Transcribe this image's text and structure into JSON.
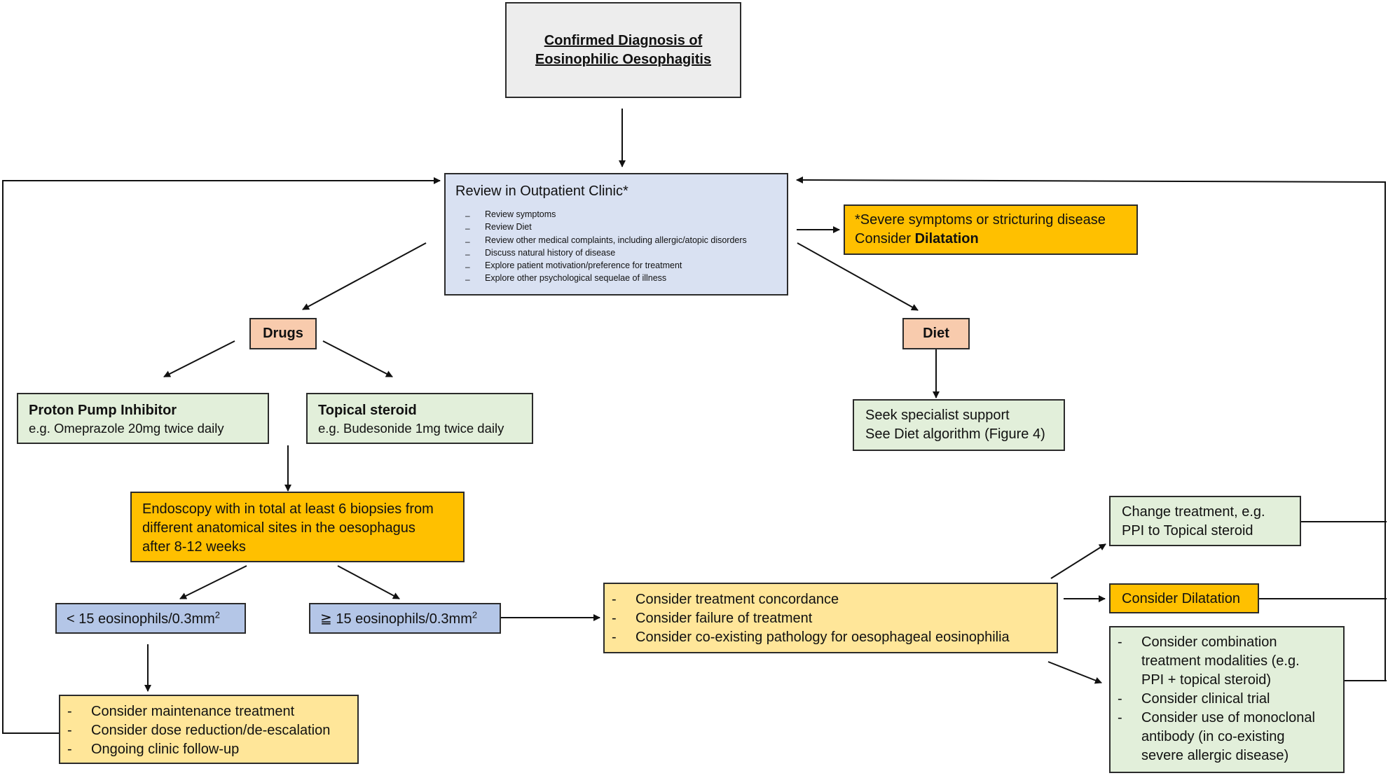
{
  "diagnosis": {
    "line1": "Confirmed Diagnosis of",
    "line2": "Eosinophilic Oesophagitis"
  },
  "clinic": {
    "title": "Review in Outpatient Clinic*",
    "items": [
      "Review symptoms",
      "Review Diet",
      "Review other medical complaints, including allergic/atopic disorders",
      "Discuss natural history of disease",
      "Explore patient motivation/preference for treatment",
      "Explore other psychological sequelae of illness"
    ]
  },
  "severe": {
    "line1": "*Severe symptoms or stricturing disease",
    "line2_prefix": "Consider ",
    "line2_bold": "Dilatation"
  },
  "drugs_label": "Drugs",
  "diet_label": "Diet",
  "ppi": {
    "title": "Proton Pump Inhibitor",
    "sub": "e.g. Omeprazole 20mg twice daily"
  },
  "steroid": {
    "title": "Topical steroid",
    "sub": "e.g. Budesonide 1mg twice daily"
  },
  "diet_support": {
    "line1": "Seek specialist support",
    "line2": "See Diet algorithm (Figure 4)"
  },
  "endoscopy": {
    "line1": "Endoscopy with in total at least 6 biopsies from",
    "line2": "different anatomical sites in the oesophagus",
    "line3": "after 8-12 weeks"
  },
  "low_eos": {
    "text": "< 15 eosinophils/0.3mm",
    "sup": "2"
  },
  "high_eos": {
    "text": "≧ 15 eosinophils/0.3mm",
    "sup": "2"
  },
  "maintenance": {
    "items": [
      "Consider maintenance treatment",
      "Consider dose reduction/de-escalation",
      "Ongoing clinic follow-up"
    ]
  },
  "failure": {
    "items": [
      "Consider treatment concordance",
      "Consider failure of treatment",
      "Consider co-existing pathology for oesophageal eosinophilia"
    ]
  },
  "change_treatment": {
    "line1": "Change treatment, e.g.",
    "line2": "PPI to Topical steroid"
  },
  "consider_dilatation": "Consider Dilatation",
  "combination": {
    "items": [
      [
        "Consider combination",
        "treatment modalities (e.g.",
        "PPI + topical steroid)"
      ],
      [
        "Consider clinical trial"
      ],
      [
        "Consider use of monoclonal",
        "antibody (in co-existing",
        "severe allergic disease)"
      ]
    ]
  },
  "colors": {
    "grey": "#ededed",
    "clinic_blue": "#d9e1f2",
    "peach": "#f8cbad",
    "green": "#e2efda",
    "orange": "#ffc000",
    "yellow": "#ffe699",
    "eos_blue": "#b4c6e7"
  }
}
